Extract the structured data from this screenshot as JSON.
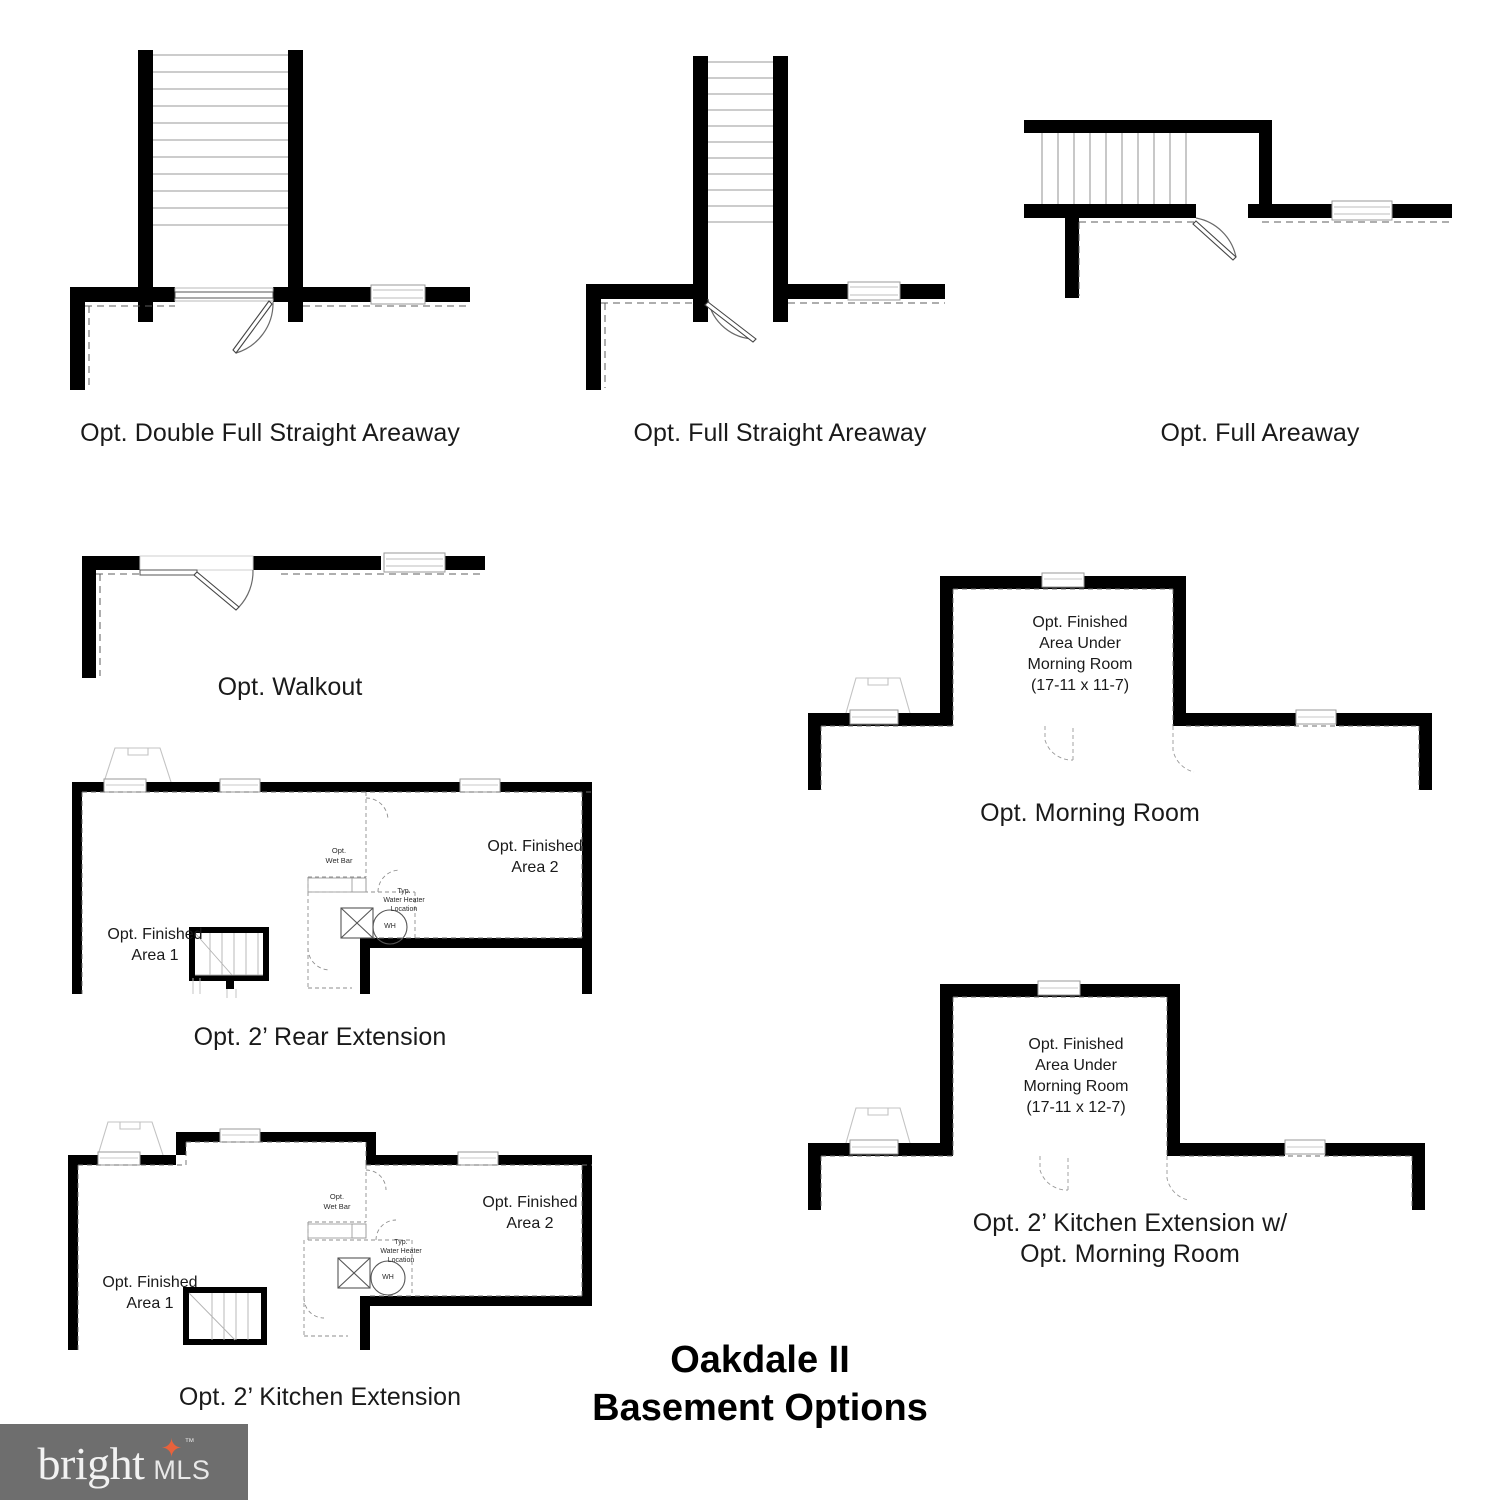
{
  "document": {
    "title_line1": "Oakdale II",
    "title_line2": "Basement Options",
    "background_color": "#ffffff",
    "wall_color": "#000000",
    "line_color": "#b0b0b0"
  },
  "watermark": {
    "brand": "bright",
    "suffix": "MLS",
    "trademark": "™",
    "star_glyph": "✦",
    "box_color": "#6e6e6e",
    "text_color": "#f2f2f2",
    "accent_color": "#e8623c"
  },
  "plans": [
    {
      "id": "double-full-straight-areaway",
      "caption": "Opt. Double Full Straight Areaway",
      "room_labels": []
    },
    {
      "id": "full-straight-areaway",
      "caption": "Opt. Full Straight Areaway",
      "room_labels": []
    },
    {
      "id": "full-areaway",
      "caption": "Opt. Full Areaway",
      "room_labels": []
    },
    {
      "id": "walkout",
      "caption": "Opt. Walkout",
      "room_labels": []
    },
    {
      "id": "rear-extension",
      "caption": "Opt. 2’ Rear Extension",
      "room_labels": [
        {
          "id": "area1",
          "text": "Opt. Finished\nArea 1"
        },
        {
          "id": "area2",
          "text": "Opt. Finished\nArea 2"
        },
        {
          "id": "wetbar",
          "text": "Opt.\nWet Bar"
        },
        {
          "id": "waterheater",
          "text": "Typ.\nWater Heater\nLocation"
        },
        {
          "id": "wh",
          "text": "WH"
        }
      ]
    },
    {
      "id": "kitchen-extension",
      "caption": "Opt. 2’ Kitchen Extension",
      "room_labels": [
        {
          "id": "area1",
          "text": "Opt. Finished\nArea 1"
        },
        {
          "id": "area2",
          "text": "Opt. Finished\nArea 2"
        },
        {
          "id": "wetbar",
          "text": "Opt.\nWet Bar"
        },
        {
          "id": "waterheater",
          "text": "Typ.\nWater Heater\nLocation"
        },
        {
          "id": "wh",
          "text": "WH"
        }
      ]
    },
    {
      "id": "morning-room",
      "caption": "Opt. Morning Room",
      "room_labels": [
        {
          "id": "under-morning-room",
          "text": "Opt. Finished\nArea Under\nMorning Room\n(17-11 x 11-7)"
        }
      ]
    },
    {
      "id": "kitchen-extension-morning-room",
      "caption": "Opt. 2’ Kitchen Extension w/\nOpt. Morning Room",
      "room_labels": [
        {
          "id": "under-morning-room",
          "text": "Opt. Finished\nArea Under\nMorning Room\n(17-11 x 12-7)"
        }
      ]
    }
  ]
}
